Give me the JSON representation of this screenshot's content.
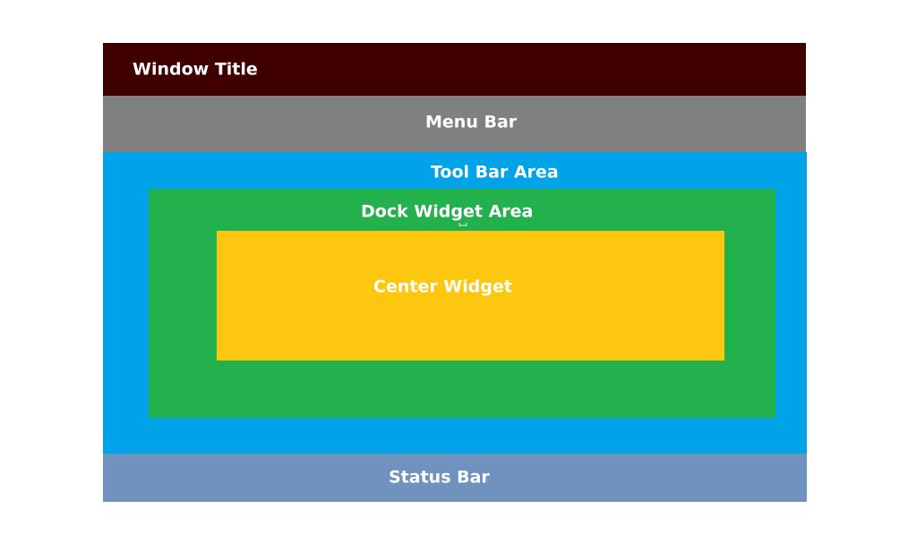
{
  "colors": {
    "window_title": "#400000",
    "menu_bar": "#808080",
    "tool_bar_area": "#00a2e8",
    "dock_widget_area": "#22b14c",
    "center_widget": "#fcc70e",
    "status_bar": "#7092be",
    "label_text": "#ffffff"
  },
  "regions": {
    "window_title": "Window Title",
    "menu_bar": "Menu Bar",
    "tool_bar_area": "Tool Bar Area",
    "dock_widget_area": "Dock Widget Area",
    "center_widget": "Center Widget",
    "status_bar": "Status Bar"
  }
}
